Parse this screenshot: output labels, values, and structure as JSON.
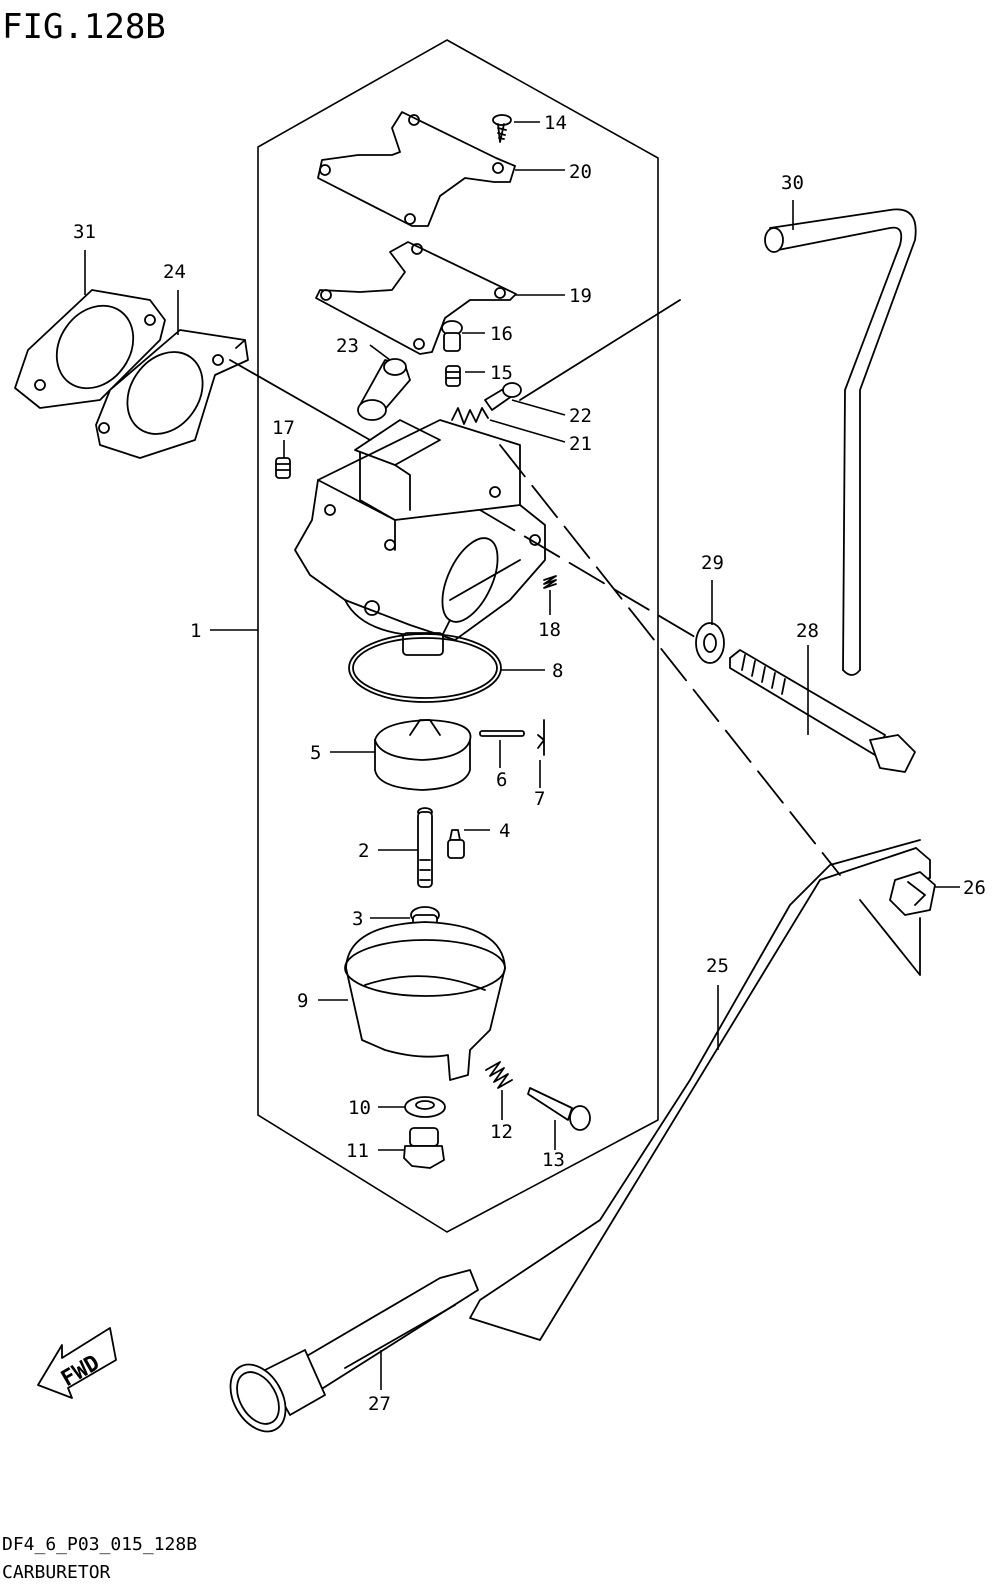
{
  "figure": {
    "title": "FIG.128B"
  },
  "footer": {
    "code": "DF4_6_P03_015_128B",
    "name": "CARBURETOR"
  },
  "direction": {
    "label": "FWD"
  },
  "callouts": [
    {
      "id": "c1",
      "text": "1"
    },
    {
      "id": "c2",
      "text": "2"
    },
    {
      "id": "c3",
      "text": "3"
    },
    {
      "id": "c4",
      "text": "4"
    },
    {
      "id": "c5",
      "text": "5"
    },
    {
      "id": "c6",
      "text": "6"
    },
    {
      "id": "c7",
      "text": "7"
    },
    {
      "id": "c8",
      "text": "8"
    },
    {
      "id": "c9",
      "text": "9"
    },
    {
      "id": "c10",
      "text": "10"
    },
    {
      "id": "c11",
      "text": "11"
    },
    {
      "id": "c12",
      "text": "12"
    },
    {
      "id": "c13",
      "text": "13"
    },
    {
      "id": "c14",
      "text": "14"
    },
    {
      "id": "c15",
      "text": "15"
    },
    {
      "id": "c16",
      "text": "16"
    },
    {
      "id": "c17",
      "text": "17"
    },
    {
      "id": "c18",
      "text": "18"
    },
    {
      "id": "c19",
      "text": "19"
    },
    {
      "id": "c20",
      "text": "20"
    },
    {
      "id": "c21",
      "text": "21"
    },
    {
      "id": "c22",
      "text": "22"
    },
    {
      "id": "c23",
      "text": "23"
    },
    {
      "id": "c24",
      "text": "24"
    },
    {
      "id": "c25",
      "text": "25"
    },
    {
      "id": "c26",
      "text": "26"
    },
    {
      "id": "c27",
      "text": "27"
    },
    {
      "id": "c28",
      "text": "28"
    },
    {
      "id": "c29",
      "text": "29"
    },
    {
      "id": "c30",
      "text": "30"
    },
    {
      "id": "c31",
      "text": "31"
    }
  ]
}
